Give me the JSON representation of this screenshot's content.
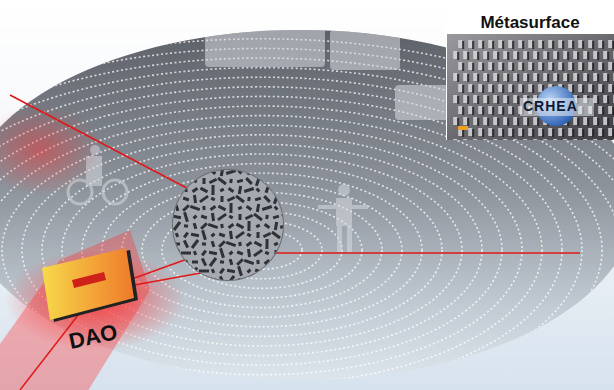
{
  "diagram": {
    "nodes": [
      {
        "text": [
          "Métasurface"
        ]
      },
      {
        "text": [
          "DAO"
        ]
      }
    ],
    "labels": [
      "CRHEA"
    ]
  }
}
